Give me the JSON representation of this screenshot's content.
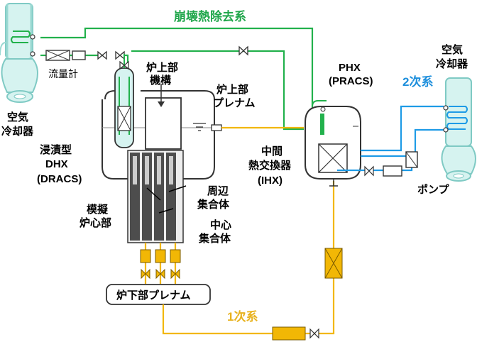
{
  "labels": {
    "system_decay_heat": "崩壊熱除去系",
    "air_cooler_left_1": "空気",
    "air_cooler_left_2": "冷却器",
    "flowmeter": "流量計",
    "upper_mech_1": "炉上部",
    "upper_mech_2": "機構",
    "upper_plenum_1": "炉上部",
    "upper_plenum_2": "プレナム",
    "dhx_1": "浸漬型",
    "dhx_2": "DHX",
    "dhx_3": "(DRACS)",
    "phx_1": "PHX",
    "phx_2": "(PRACS)",
    "secondary": "2次系",
    "air_cooler_right_1": "空気",
    "air_cooler_right_2": "冷却器",
    "ihx_1": "中間",
    "ihx_2": "熱交換器",
    "ihx_3": "(IHX)",
    "pump": "ポンプ",
    "peripheral_1": "周辺",
    "peripheral_2": "集合体",
    "central_1": "中心",
    "central_2": "集合体",
    "core_1": "模擬",
    "core_2": "炉心部",
    "lower_plenum": "炉下部プレナム",
    "primary": "1次系"
  },
  "colors": {
    "decay_heat_loop": "#22b14c",
    "primary_loop": "#f2b705",
    "secondary_loop": "#1e9be6",
    "cooler_fill": "#d6f3f0",
    "core_dark": "#555555"
  }
}
